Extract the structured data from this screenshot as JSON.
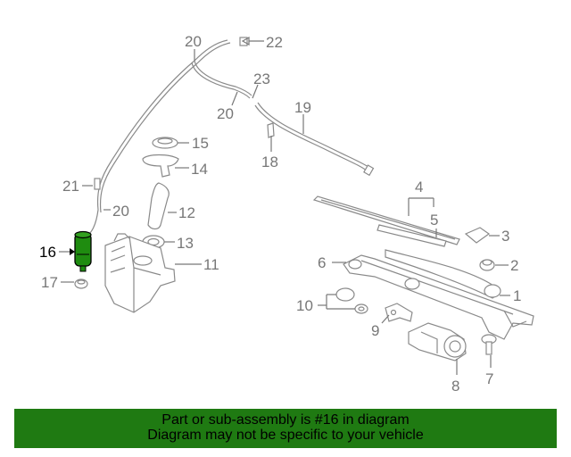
{
  "callouts": {
    "c1": "1",
    "c2": "2",
    "c3": "3",
    "c4": "4",
    "c5": "5",
    "c6": "6",
    "c7": "7",
    "c8": "8",
    "c9": "9",
    "c10": "10",
    "c11": "11",
    "c12": "12",
    "c13": "13",
    "c14": "14",
    "c15": "15",
    "c16": "16",
    "c17": "17",
    "c18": "18",
    "c19": "19",
    "c20a": "20",
    "c20b": "20",
    "c20c": "20",
    "c21": "21",
    "c22": "22",
    "c23": "23"
  },
  "highlight_part": "16",
  "colors": {
    "highlight_part_fill": "#1f8c10",
    "banner_background": "#1f7a12",
    "line_art": "#8a8a8a"
  },
  "banner": {
    "line1": "Part or sub-assembly is #16 in diagram",
    "line2": "Diagram may not be specific to your vehicle"
  }
}
